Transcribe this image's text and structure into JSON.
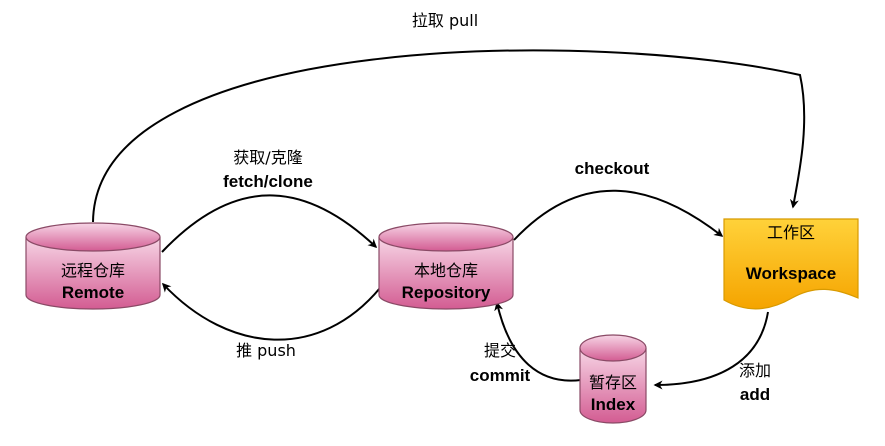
{
  "colors": {
    "repository_fill_top": "#f7d6e6",
    "repository_fill_bottom": "#d35c92",
    "repository_stroke": "#8a4a66",
    "workspace_fill_top": "#ffd23a",
    "workspace_fill_bottom": "#f5a400",
    "workspace_stroke": "#d89a00",
    "edge": "#000000"
  },
  "nodes": {
    "remote": {
      "zh": "远程仓库",
      "en": "Remote"
    },
    "repository": {
      "zh": "本地仓库",
      "en": "Repository"
    },
    "index": {
      "zh": "暂存区",
      "en": "Index"
    },
    "workspace": {
      "zh": "工作区",
      "en": "Workspace"
    }
  },
  "edges": {
    "pull": {
      "label": "拉取 pull"
    },
    "fetch_clone": {
      "zh": "获取/克隆",
      "en": "fetch/clone"
    },
    "push": {
      "label": "推 push"
    },
    "checkout": {
      "label": "checkout"
    },
    "commit": {
      "zh": "提交",
      "en": "commit"
    },
    "add": {
      "zh": "添加",
      "en": "add"
    }
  }
}
